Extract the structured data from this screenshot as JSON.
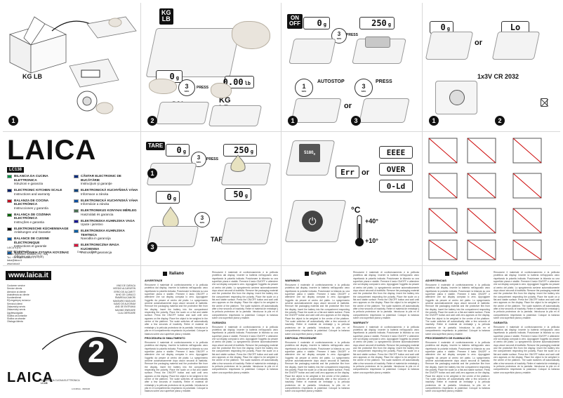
{
  "brand": "LAICA",
  "model": "LC138",
  "website": "www.laica.it",
  "product_number": "2",
  "battery_label": "1x3V CR 2032",
  "kg_lb": "KG\nLB",
  "kg_lb_small": "KG\nLB",
  "on_off": "ON\nOFF",
  "on_label": "ON",
  "or_label": "or",
  "press_label": "PRESS",
  "autostop_label": "AUTOSTOP",
  "tare_label": "TARE",
  "t_1sec": "1sec",
  "t_3sec": "3sec",
  "temp_high": "+40°",
  "temp_low": "+10°",
  "temp_unit": "°C",
  "displays": {
    "d_0g_a": "0",
    "d_000": "0.00",
    "d_0g_b": "0",
    "d_250g": "250",
    "d_0g_c": "0",
    "d_lo_0": "0",
    "d_lo": "Lo",
    "d_0g_tare": "0",
    "d_250g_b": "250",
    "d_0g_pear": "0",
    "d_50g": "50",
    "d_5180": "5180",
    "d_err": "Err",
    "d_eeee": "EEEE",
    "d_over": "OVER",
    "d_0ld": "0-Ld",
    "unit_g": "g",
    "unit_lb": "lb"
  },
  "steps": [
    "1",
    "2",
    "1",
    "3",
    "1",
    "2",
    "3"
  ],
  "languages": [
    {
      "name": "BILANCIA DA CUCINA ELETTRONICA",
      "sub": "Istruzioni e garanzia",
      "flag": "#009246"
    },
    {
      "name": "ELECTRONIC KITCHEN SCALE",
      "sub": "Instructions and warranty",
      "flag": "#012169"
    },
    {
      "name": "BALANZA DE COCINA ELECTRÓNICA",
      "sub": "Instrucciones y garantía",
      "flag": "#c60b1e"
    },
    {
      "name": "BALANÇA DE COZINHA ELECTRÓNICA",
      "sub": "Instruções e garantia",
      "flag": "#006600"
    },
    {
      "name": "ELEKTRONISCHE KÜCHENWAAGE",
      "sub": "Anleitungen und Garantie",
      "flag": "#000000"
    },
    {
      "name": "BALANCE DE CUISINE ÉLECTRONIQUE",
      "sub": "Instructions et garantie",
      "flag": "#0055a4"
    },
    {
      "name": "ΗΛΕΚΤΡΟΝΙΚΗ ΖΥΓΑΡΙΑ ΚΟΥΖΙΝΑΣ",
      "sub": "Οδηγίες και εγγύηση",
      "flag": "#0d5eaf"
    }
  ],
  "languages_right": [
    {
      "name": "CÂNTAR ELECTRONIC DE BUCĂTĂRIE",
      "sub": "Instrucţiuni şi garanţie",
      "flag": "#002b7f"
    },
    {
      "name": "ELEKTRONICKÁ KUCHYŇSKÁ VÁHA",
      "sub": "Informace a záruka",
      "flag": "#11457e"
    },
    {
      "name": "ELEKTRONICKÁ KUCHYNSKÁ VÁHA",
      "sub": "Informácie a záruka",
      "flag": "#0b4ea2"
    },
    {
      "name": "ELEKTRONIKUS KONYHAI MÉRLEG",
      "sub": "Használati és garancia",
      "flag": "#477050"
    },
    {
      "name": "ELEKTRONSKA KUHINJSKA VAGA",
      "sub": "Upute i jamstvo",
      "flag": "#171796"
    },
    {
      "name": "ELEKTRONSKA KUHINJSKA TEHTNICA",
      "sub": "Navodila in garancija",
      "flag": "#005da4"
    },
    {
      "name": "ELEKTRONICZNA WAGA KUCHENNA",
      "sub": "Instrukcja i gwarancja",
      "flag": "#dc143c"
    }
  ],
  "address": [
    "LAICA S.p.A.",
    "Viale del Lavoro, 10",
    "36021 Barbarano Mossano (VI) - Italy",
    "Tel.: +39 0444 795314",
    "laica@laica.it",
    "www.laica.it"
  ],
  "date_labels": [
    "Data",
    "Date"
  ],
  "distributors": [
    "VINO DE CARACA",
    "HEEDIO ALCARATEN",
    "ERRO DE ALCARITT",
    "NHIO OE CARACO",
    "RMAREALICAMORI",
    "MAKEARIO BAGUUIS",
    "KAMO DE ALEGRAM",
    "AND DE ENTRUMU",
    "MAXIMO ENEKARE",
    "CLAL DIERGARE"
  ],
  "product_code": "LC138AA - 08/2020",
  "left_bottom_list": [
    "Customer service",
    "Service clients",
    "Atención al cliente",
    "Assistência ao cliente",
    "Kundendienst",
    "Εξυπηρέτηση πελατών",
    "Serviciul clienți",
    "Zákaznický servis",
    "Zákaznícky servis",
    "Ügyfélszolgálat",
    "Služba za korisnike",
    "Služba za stranke",
    "Obsługa klienta"
  ],
  "text_sections": [
    {
      "lang": "Italiano",
      "heads": [
        "AVVERTENZE",
        "PROCEDURA DI SMALTIMENTO",
        "GARANZIA"
      ]
    },
    {
      "lang": "English",
      "heads": [
        "WARNINGS",
        "DISPOSAL PROCEDURE",
        "WARRANTY"
      ]
    },
    {
      "lang": "Español",
      "heads": [
        "ADVERTENCIAS",
        "PROCEDIMIENTO DE ELIMINACIÓN",
        "GARANTÍA"
      ]
    }
  ],
  "body_text": "Rimuovere il materiale di confezionamento e la pellicola protettiva dal display. Inserire la batteria nell'apposito vano rispettando la polarità indicata. Posizionare la bilancia su una superficie piana e stabile. Premere il tasto ON/OFF e attendere che sul display compaia lo zero. Appoggiare l'oggetto da pesare al centro del piatto. Lo spegnimento avviene automaticamente dopo alcuni secondi di inattività. Remove the packaging material and the protective film from the display. Insert the battery into the compartment respecting the polarity. Place the scale on a flat and stable surface. Press the ON/OFF button and wait until zero appears on the display. Place the object to be weighed in the centre of the platform. The scale switches off automatically after a few seconds of inactivity. Retire el material de embalaje y la película protectora de la pantalla. Introduzca la pila en el compartimento respetando la polaridad. Coloque la balanza sobre una superficie plana y estable."
}
